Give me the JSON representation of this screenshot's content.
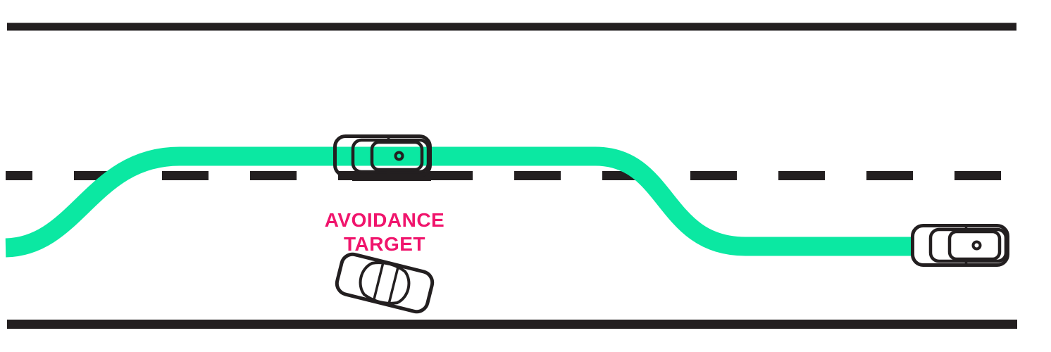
{
  "diagram": {
    "label": {
      "line1": "AVOIDANCE",
      "line2": "TARGET"
    },
    "colors": {
      "trajectory": "#0BE8A2",
      "label": "#F0146C",
      "ink": "#231F20",
      "background": "#FFFFFF"
    },
    "elements": [
      "road-edge-top",
      "lane-divider-dashed",
      "road-edge-bottom",
      "avoidance-trajectory",
      "ego-vehicle-top-lane-icon",
      "ego-vehicle-end-position-icon",
      "avoidance-target-vehicle-icon",
      "avoidance-target-label"
    ]
  }
}
